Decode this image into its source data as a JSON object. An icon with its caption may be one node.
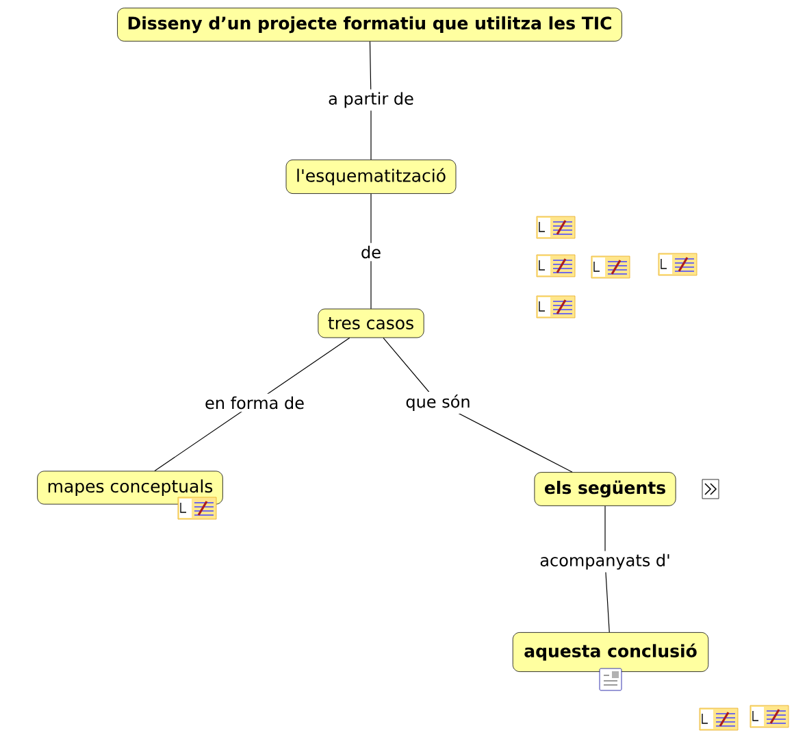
{
  "diagram": {
    "nodes": [
      {
        "text": [
          "Disseny d’un projecte formatiu que utilitza les TIC"
        ]
      },
      {
        "text": [
          "l'esquematització"
        ]
      },
      {
        "text": [
          "tres casos"
        ]
      },
      {
        "text": [
          "mapes conceptuals"
        ]
      },
      {
        "text": [
          "els següents"
        ]
      },
      {
        "text": [
          "aquesta conclusió"
        ]
      }
    ],
    "edges": [
      {
        "from": 0,
        "to": 1,
        "arrow": "none",
        "label": "a partir de"
      },
      {
        "from": 1,
        "to": 2,
        "arrow": "none",
        "label": "de"
      },
      {
        "from": 2,
        "to": 3,
        "arrow": "none",
        "label": "en forma de"
      },
      {
        "from": 2,
        "to": 4,
        "arrow": "none",
        "label": "que són"
      },
      {
        "from": 4,
        "to": 5,
        "arrow": "none",
        "label": "acompanyats d'"
      }
    ]
  }
}
